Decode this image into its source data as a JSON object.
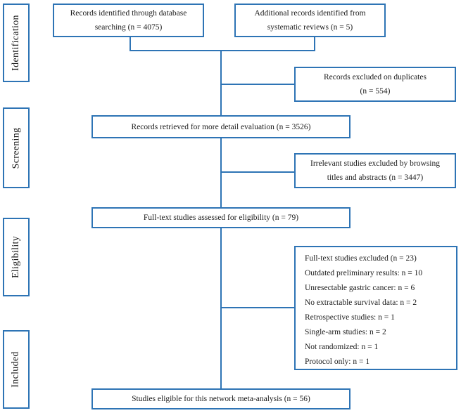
{
  "diagram": {
    "type": "prisma-flow-diagram",
    "accent_color": "#2E74B5",
    "text_color": "#1b1b1b",
    "stages": [
      {
        "label": "Identification"
      },
      {
        "label": "Screening"
      },
      {
        "label": "Eligibility"
      },
      {
        "label": "Included"
      }
    ],
    "boxes": {
      "database": {
        "line1": "Records identified through database",
        "line2": "searching (n = 4075)"
      },
      "additional": {
        "line1": "Additional records identified from",
        "line2": "systematic reviews (n = 5)"
      },
      "duplicates": {
        "line1": "Records excluded on duplicates",
        "line2": "(n = 554)"
      },
      "retrieved": {
        "text": "Records retrieved for more detail evaluation (n = 3526)"
      },
      "irrelevant": {
        "line1": "Irrelevant studies excluded by browsing",
        "line2": "titles and abstracts (n = 3447)"
      },
      "fulltext": {
        "text": "Full-text studies assessed for eligibility (n = 79)"
      },
      "excluded": {
        "lines": [
          "Full-text studies excluded (n = 23)",
          "Outdated preliminary results: n = 10",
          "Unresectable gastric cancer: n = 6",
          "No extractable survival data: n = 2",
          "Retrospective studies: n = 1",
          "Single-arm studies: n = 2",
          "Not randomized: n = 1",
          "Protocol only: n = 1"
        ]
      },
      "eligible": {
        "text": "Studies eligible for this network meta-analysis (n = 56)"
      }
    }
  }
}
